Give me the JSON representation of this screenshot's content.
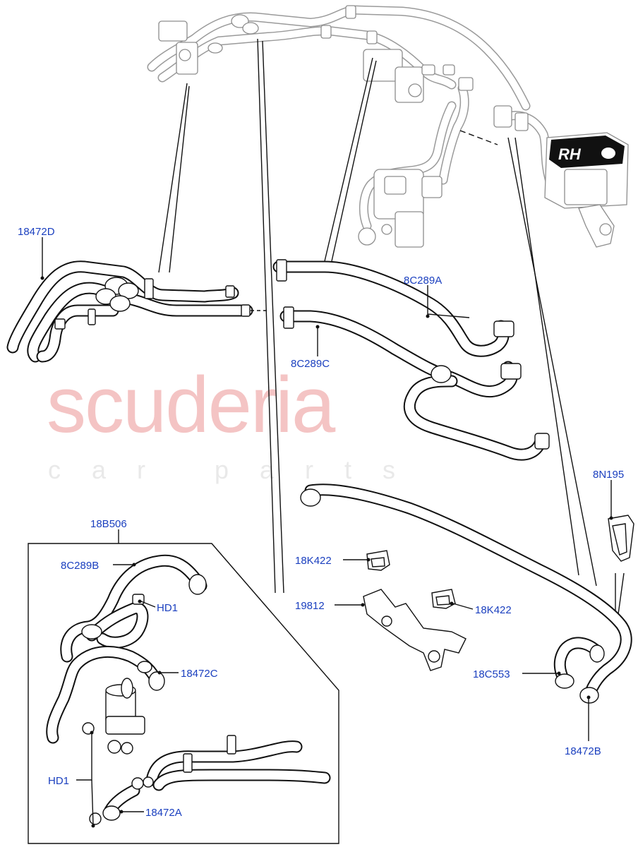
{
  "watermark": {
    "brand": "scuderia",
    "tagline": "car parts"
  },
  "engine_block_label": "RH",
  "callouts": {
    "c18472D": "18472D",
    "c8C289A": "8C289A",
    "c8C289C": "8C289C",
    "c18B506": "18B506",
    "c8C289B": "8C289B",
    "cHD1_top": "HD1",
    "c18472C": "18472C",
    "cHD1_bottom": "HD1",
    "c18472A": "18472A",
    "c8N195": "8N195",
    "c18K422_left": "18K422",
    "c18K422_right": "18K422",
    "c19812": "19812",
    "c18C553": "18C553",
    "c18472B": "18472B"
  }
}
